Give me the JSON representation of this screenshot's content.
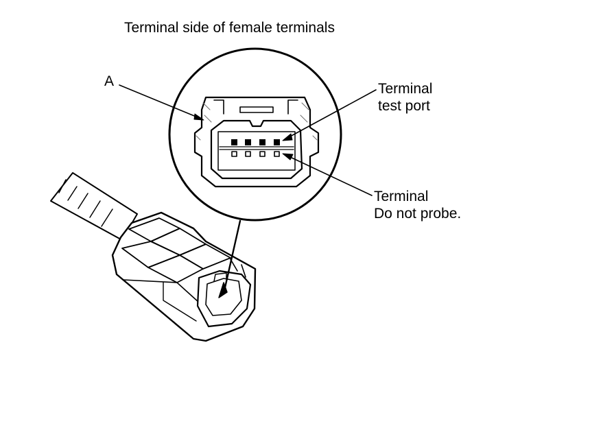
{
  "diagram": {
    "title": "Terminal side of female terminals",
    "callout_a": "A",
    "test_port_label": [
      "Terminal",
      "test port"
    ],
    "no_probe_label": [
      "Terminal",
      "Do not probe."
    ],
    "colors": {
      "ink": "#000000",
      "background": "#ffffff",
      "hatch": "#6b6b6b"
    }
  }
}
